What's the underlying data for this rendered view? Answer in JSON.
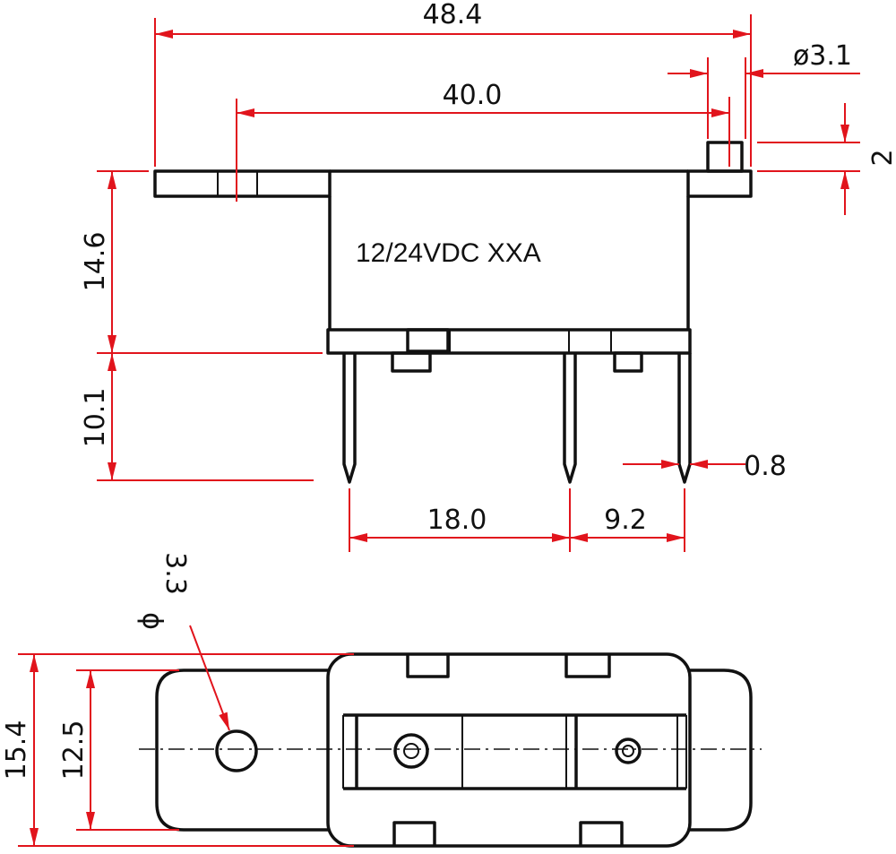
{
  "colors": {
    "dimension": "#e1141c",
    "outline": "#111111",
    "background": "#ffffff"
  },
  "part_label": "12/24VDC XXA",
  "dimensions": {
    "overall_length": "48.4",
    "mount_hole_pitch": "40.0",
    "pin_diameter": "ø3.1",
    "pin_height": "2",
    "body_height": "14.6",
    "terminal_length": "10.1",
    "terminal_thickness": "0.8",
    "terminal_spacing_1": "18.0",
    "terminal_spacing_2": "9.2",
    "hole_diameter_value": "3.3",
    "hole_diameter_symbol": "ϕ",
    "overall_width": "15.4",
    "body_width": "12.5"
  }
}
